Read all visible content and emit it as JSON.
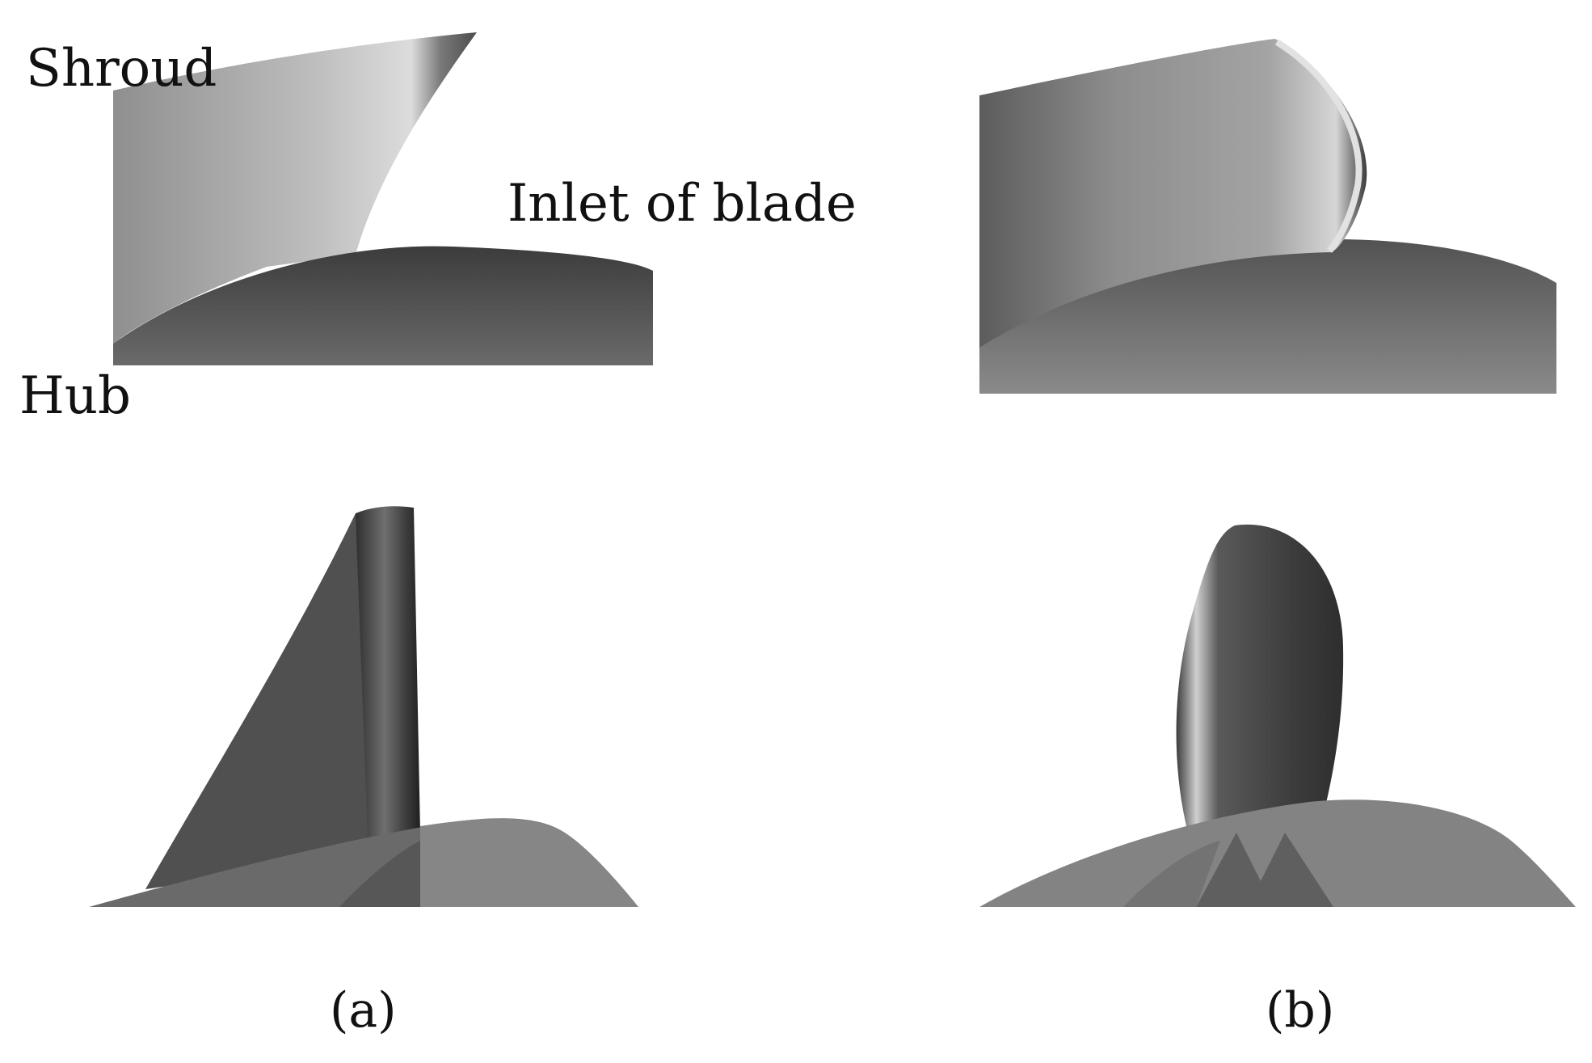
{
  "labels": {
    "shroud": "Shroud",
    "inlet": "Inlet of blade",
    "hub": "Hub",
    "caption_a": "(a)",
    "caption_b": "(b)"
  },
  "colors": {
    "background": "#ffffff",
    "text": "#111111",
    "surface_dark": "#3e3e3e",
    "surface_mid": "#6e6e6e",
    "surface_light": "#cfcfcf"
  }
}
